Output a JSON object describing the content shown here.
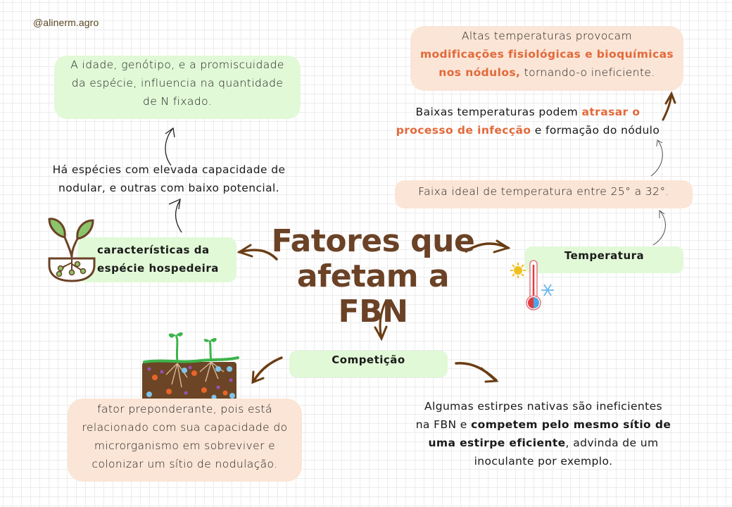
{
  "handle": "@alinerm.agro",
  "title": {
    "line1": "Fatores que",
    "line2": "afetam a FBN"
  },
  "host_species": {
    "label_line1": "características da",
    "label_line2": "espécie hospedeira",
    "note": {
      "line1": "Há espécies com elevada capacidade de",
      "line2": "nodular, e outras com baixo potencial."
    },
    "detail": {
      "line1": "A idade, genótipo, e a promiscuidade",
      "line2": "da espécie, influencia na quantidade",
      "line3": "de N fixado."
    },
    "icon": "plant-roots-nodules-icon"
  },
  "temperature": {
    "label": "Temperatura",
    "ideal_range": "Faixa ideal de temperatura entre 25° a 32°.",
    "low": {
      "line1_plain": "Baixas temperaturas podem ",
      "line1_accent": "atrasar o",
      "line2_accent": "processo de infecção",
      "line2_plain": " e formação do nódulo"
    },
    "high": {
      "line1": "Altas temperaturas provocam",
      "line2_accent": "modificações fisiológicas e bioquímicas",
      "line3_accent": "nos nódulos,",
      "line3_plain": " tornando-o ineficiente."
    },
    "icon": "thermometer-sun-snowflake-icon"
  },
  "competition": {
    "label": "Competição",
    "left_note": {
      "line1": "fator preponderante, pois está",
      "line2": "relacionado com sua capacidade do",
      "line3": "microrganismo em sobreviver e",
      "line4": "colonizar um sítio de nodulação."
    },
    "right_note": {
      "line1": "Algumas estirpes nativas são ineficientes",
      "line2_plain": "na FBN e ",
      "line2_bold": "competem pelo mesmo sítio de",
      "line3_bold": "uma estirpe eficiente",
      "line3_plain": ", advinda de um",
      "line4": "inoculante por exemplo."
    },
    "icon": "soil-with-seedlings-icon"
  },
  "colors": {
    "brown_title": "#6b4226",
    "accent_orange": "#e2693a",
    "green_box": "#e1f9d7",
    "peach_box": "#fbe5d6",
    "arrow_brown": "#6b3d14"
  }
}
